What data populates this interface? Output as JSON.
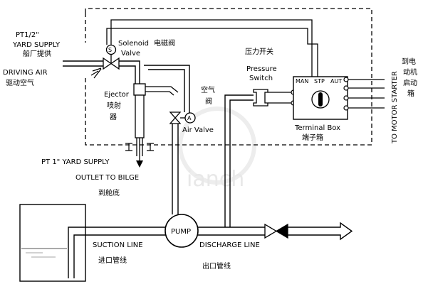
{
  "labels": {
    "pt_half": "PT1/2\"",
    "yard_supply": "YARD SUPPLY",
    "yard_supply_cn": "船厂提供",
    "driving_air": "DRIVING AIR",
    "driving_air_cn": "驱动空气",
    "solenoid": "Solenoid",
    "solenoid_cn": "电磁阀",
    "valve": "Valve",
    "s_symbol": "S",
    "a_symbol": "A",
    "ejector": "Ejector",
    "ejector_cn_1": "喷射",
    "ejector_cn_2": "器",
    "air_cn_1": "空气",
    "air_cn_2": "阀",
    "air_valve": "Air Valve",
    "pressure_cn": "压力开关",
    "pressure": "Pressure",
    "switch": "Switch",
    "man": "MAN",
    "stp": "STP",
    "aut": "AUT",
    "terminal_box": "Terminal Box",
    "terminal_box_cn": "端子箱",
    "to_starter_cn_1": "到电",
    "to_starter_cn_2": "动机",
    "to_starter_cn_3": "启动",
    "to_starter_cn_4": "箱",
    "to_motor_starter": "TO MOTOR STARTER",
    "pt_one_yard": "PT 1\" YARD SUPPLY",
    "outlet_bilge": "OUTLET TO BILGE",
    "outlet_bilge_cn": "到舱底",
    "pump": "PUMP",
    "suction_line": "SUCTION LINE",
    "suction_cn": "进口管线",
    "discharge_line": "DISCHARGE LINE",
    "discharge_cn": "出口管线",
    "watermark": "ianch"
  }
}
